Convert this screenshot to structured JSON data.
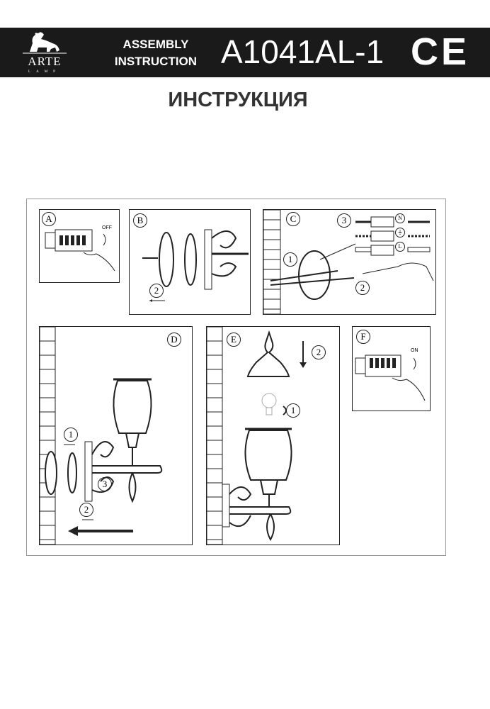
{
  "header": {
    "brand": "ARTE",
    "brand_sub": "LAMP",
    "assembly_line1": "ASSEMBLY",
    "assembly_line2": "INSTRUCTION",
    "model": "A1041AL-1",
    "certification": "CE"
  },
  "title": "ИНСТРУКЦИЯ",
  "panels": {
    "a": {
      "label": "A",
      "switch_text": "OFF"
    },
    "b": {
      "label": "B",
      "step2": "2"
    },
    "c": {
      "label": "C",
      "step1": "1",
      "step2": "2",
      "step3": "3",
      "terminals": [
        "N",
        "⏚",
        "L"
      ]
    },
    "d": {
      "label": "D",
      "step1": "1",
      "step2": "2",
      "step3": "3"
    },
    "e": {
      "label": "E",
      "step1": "1",
      "step2": "2"
    },
    "f": {
      "label": "F",
      "switch_text": "ON"
    }
  }
}
